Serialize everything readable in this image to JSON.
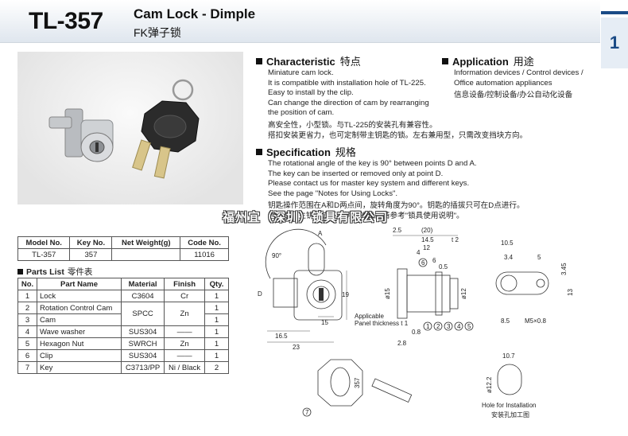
{
  "header": {
    "model": "TL-357",
    "title_en": "Cam Lock - Dimple",
    "title_cn": "FK弹子锁",
    "section_number": "1"
  },
  "characteristic": {
    "heading": "Characteristic",
    "heading_cn": "特点",
    "lines_en": [
      "Miniature cam lock.",
      "It is compatible with installation hole of TL-225.",
      "Easy to install by the clip.",
      "Can change the direction of cam by rearranging",
      "the position of cam."
    ],
    "lines_cn": [
      "高安全性，小型锁。与TL-225的安装孔有兼容性。",
      "搭扣安装更省力，也可定制带主钥匙的锁。左右兼用型，只需改变挡块方向。"
    ]
  },
  "application": {
    "heading": "Application",
    "heading_cn": "用途",
    "lines_en": [
      "Information devices / Control devices /",
      "Office automation appliances"
    ],
    "lines_cn": [
      "信息设备/控制设备/办公自动化设备"
    ]
  },
  "specification": {
    "heading": "Specification",
    "heading_cn": "规格",
    "lines_en": [
      "The rotational angle of the key is 90° between points D and A.",
      "The key can be inserted or removed only at point D.",
      "Please contact us for master key system and different keys.",
      "See the page \"Notes for Using Locks\"."
    ],
    "lines_cn": [
      "钥匙操作范围在A和D两点间，旋转角度为90°。钥匙的插拔只可在D点进行。",
      "也可定制主钥匙或不同钥匙的锁。请参考\"锁具使用说明\"。"
    ]
  },
  "watermark": "福州宜（深圳）锁具有限公司",
  "model_table": {
    "headers": [
      "Model No.",
      "Key No.",
      "Net Weight(g)",
      "Code No."
    ],
    "row": [
      "TL-357",
      "357",
      "",
      "11016"
    ]
  },
  "parts": {
    "heading": "Parts List",
    "heading_cn": "零件表",
    "headers": [
      "No.",
      "Part Name",
      "Material",
      "Finish",
      "Qty."
    ],
    "rows": [
      [
        "1",
        "Lock",
        "C3604",
        "Cr",
        "1"
      ],
      [
        "2",
        "Rotation Control Cam",
        "SPCC",
        "Zn",
        "1"
      ],
      [
        "3",
        "Cam",
        "",
        "",
        "1"
      ],
      [
        "4",
        "Wave washer",
        "SUS304",
        "——",
        "1"
      ],
      [
        "5",
        "Hexagon Nut",
        "SWRCH",
        "Zn",
        "1"
      ],
      [
        "6",
        "Clip",
        "SUS304",
        "——",
        "1"
      ],
      [
        "7",
        "Key",
        "C3713/PP",
        "Ni / Black",
        "2"
      ]
    ]
  },
  "drawing": {
    "labels": {
      "angle": "90°",
      "a": "A",
      "d": "D",
      "d19": "19",
      "d15": "15",
      "d16_5": "16.5",
      "d23": "23",
      "d2_5": "2.5",
      "d20": "(20)",
      "d14_5": "14.5",
      "t2": "t 2",
      "d12": "12",
      "d4": "4",
      "d6": "6",
      "d0_5": "0.5",
      "phi15": "ø15",
      "phi12": "ø12",
      "panel1": "Applicable",
      "panel2": "Panel thickness t 1",
      "d0_8": "0.8",
      "d2_8": "2.8",
      "d10_5": "10.5",
      "d3_4": "3.4",
      "d5": "5",
      "d3_45": "3.45",
      "d13": "13",
      "d8_5": "8.5",
      "m5": "M5×0.8",
      "d10_7": "10.7",
      "phi12_2": "ø12.2",
      "hole_en": "Hole for Installation",
      "hole_cn": "安装孔加工图",
      "key_no": "357",
      "c1": "1",
      "c2": "2",
      "c3": "3",
      "c4": "4",
      "c5": "5",
      "c6": "6",
      "c7": "7"
    }
  }
}
